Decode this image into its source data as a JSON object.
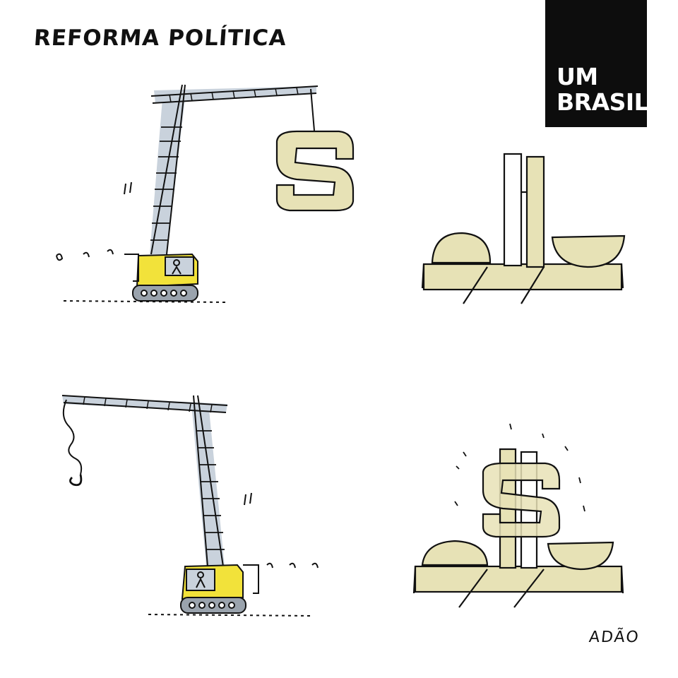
{
  "title": "REFORMA POLÍTICA",
  "brand": {
    "line1": "UM",
    "line2": "BRASIL"
  },
  "signature": "ADÃO",
  "colors": {
    "background": "#ffffff",
    "brand_box": "#0d0d0d",
    "crane_yellow": "#f2e23a",
    "shadow_gray": "#c9d2dc",
    "building_beige": "#e7e2b6",
    "ink": "#111111"
  },
  "panels": [
    {
      "id": "crane-lifting-s",
      "icons": [
        "crane-icon",
        "letter-s-icon"
      ]
    },
    {
      "id": "congress-building",
      "icons": [
        "congress-icon"
      ]
    },
    {
      "id": "crane-empty-hook",
      "icons": [
        "crane-icon",
        "hook-icon"
      ]
    },
    {
      "id": "congress-dollar",
      "icons": [
        "congress-icon",
        "dollar-sign-icon"
      ]
    }
  ]
}
